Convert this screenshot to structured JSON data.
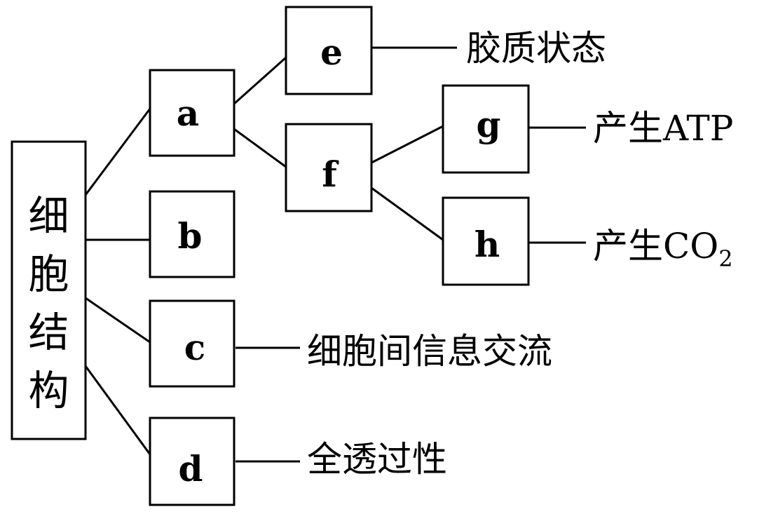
{
  "root": {
    "chars": [
      "细",
      "胞",
      "结",
      "构"
    ]
  },
  "nodes": {
    "a": "a",
    "b": "b",
    "c": "c",
    "d": "d",
    "e": "e",
    "f": "f",
    "g": "g",
    "h": "h"
  },
  "descriptions": {
    "e": "胶质状态",
    "g": {
      "prefix": "产生",
      "suffix": "ATP"
    },
    "h": {
      "prefix": "产生",
      "main": "CO",
      "subscript": "2"
    },
    "c": "细胞间信息交流",
    "d": "全透过性"
  }
}
